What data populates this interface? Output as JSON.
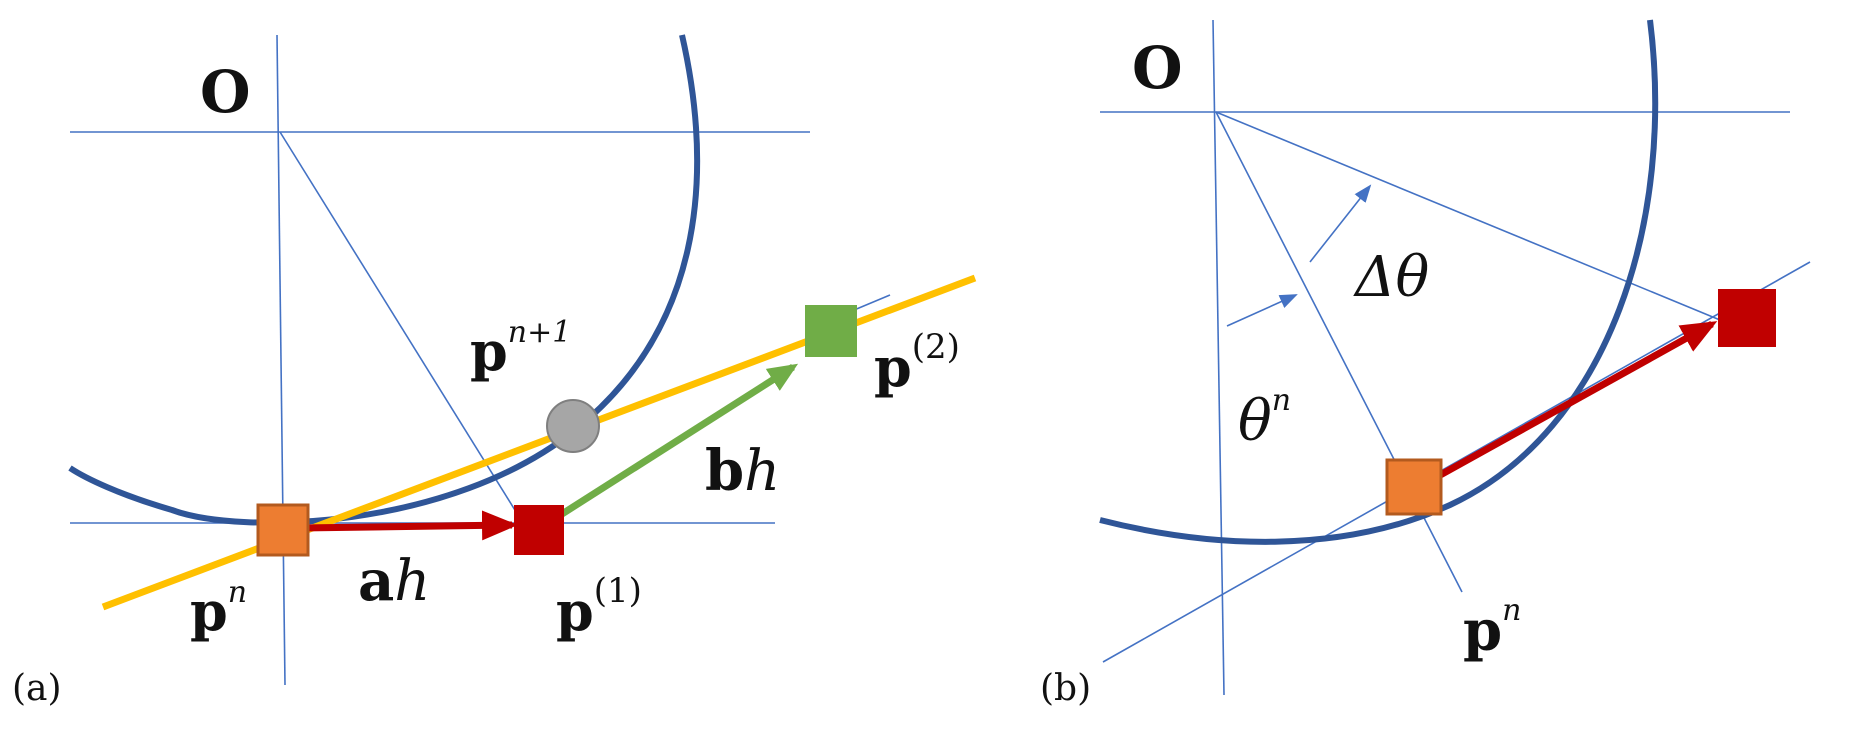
{
  "panels": [
    {
      "tag": "(a)",
      "origin": "O",
      "labels": {
        "pn_base": "p",
        "pn_sup": "n",
        "pn1_base": "p",
        "pn1_sup": "n+1",
        "p1_base": "p",
        "p1_sup": "(1)",
        "p2_base": "p",
        "p2_sup": "(2)",
        "ah_vec": "a",
        "ah_scalar": "h",
        "bh_vec": "b",
        "bh_scalar": "h"
      }
    },
    {
      "tag": "(b)",
      "origin": "O",
      "labels": {
        "delta_theta": "Δθ",
        "theta_base": "θ",
        "theta_sup": "n",
        "pn_base": "p",
        "pn_sup": "n"
      }
    }
  ],
  "colors": {
    "circle": "#2f5597",
    "thin_line": "#4472c4",
    "tangent": "#ffc000",
    "arrow_red": "#c00000",
    "arrow_green": "#70ad47",
    "marker_orange": "#ed7d31",
    "marker_red": "#c00000",
    "marker_green": "#70ad47",
    "marker_gray": "#a6a6a6"
  }
}
